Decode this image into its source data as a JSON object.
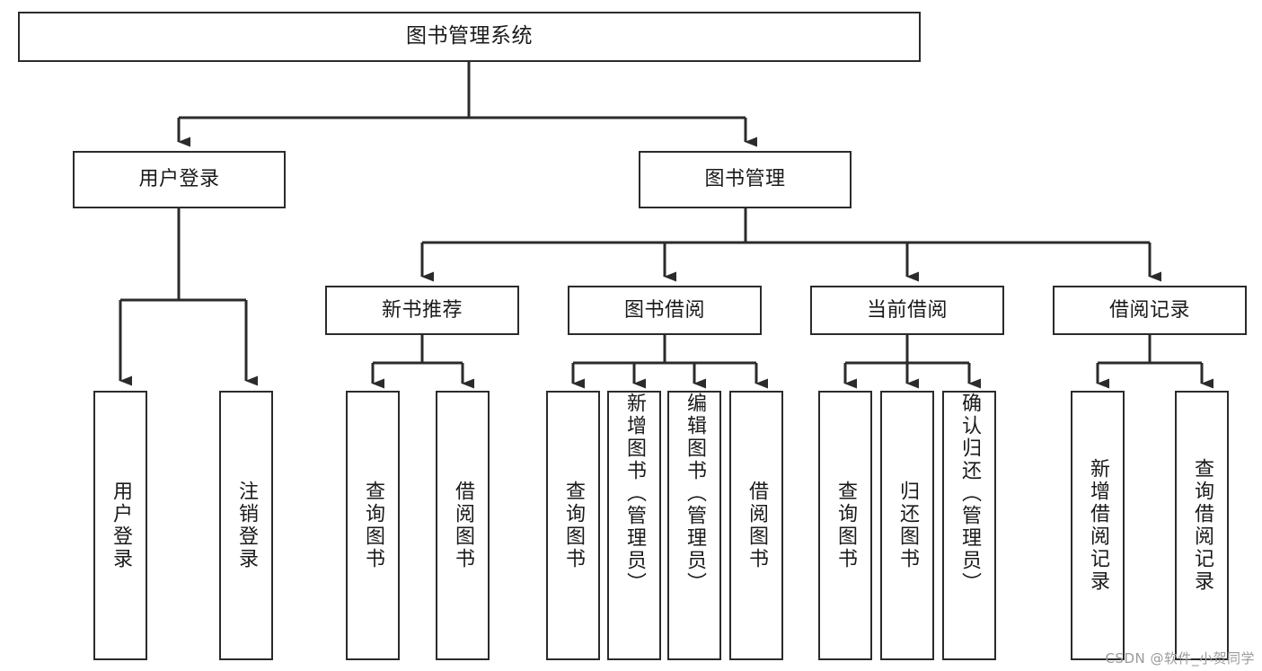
{
  "diagram": {
    "type": "tree",
    "title": "图书管理系统",
    "watermark": "CSDN @软件_小贺同学",
    "colors": {
      "box_border": "#2b2b2b",
      "box_fill": "#ffffff",
      "edge": "#2b2b2b",
      "text": "#1a1a1a",
      "watermark": "#9b9b9b",
      "background": "#ffffff"
    },
    "nodes": {
      "root": {
        "label": "图书管理系统"
      },
      "level2": [
        {
          "id": "user-login",
          "label": "用户登录"
        },
        {
          "id": "book-manage",
          "label": "图书管理"
        }
      ],
      "level3": [
        {
          "id": "new-book-rec",
          "label": "新书推荐"
        },
        {
          "id": "book-borrow",
          "label": "图书借阅"
        },
        {
          "id": "current-borrow",
          "label": "当前借阅"
        },
        {
          "id": "borrow-record",
          "label": "借阅记录"
        }
      ],
      "leaves": {
        "user_login": [
          {
            "id": "leaf-user-login",
            "label": "用户登录"
          },
          {
            "id": "leaf-logout-login",
            "label": "注销登录"
          }
        ],
        "new_book_rec": [
          {
            "id": "leaf-query-book-1",
            "label": "查询图书"
          },
          {
            "id": "leaf-borrow-book-1",
            "label": "借阅图书"
          }
        ],
        "book_borrow": [
          {
            "id": "leaf-query-book-2",
            "label": "查询图书"
          },
          {
            "id": "leaf-add-book",
            "label": "新增图书（管理员）"
          },
          {
            "id": "leaf-edit-book",
            "label": "编辑图书（管理员）"
          },
          {
            "id": "leaf-borrow-book-2",
            "label": "借阅图书"
          }
        ],
        "current_borrow": [
          {
            "id": "leaf-query-book-3",
            "label": "查询图书"
          },
          {
            "id": "leaf-return-book",
            "label": "归还图书"
          },
          {
            "id": "leaf-confirm-return",
            "label": "确认归还（管理员）"
          }
        ],
        "borrow_record": [
          {
            "id": "leaf-add-record",
            "label": "新增借阅记录"
          },
          {
            "id": "leaf-query-record",
            "label": "查询借阅记录"
          }
        ]
      }
    }
  }
}
